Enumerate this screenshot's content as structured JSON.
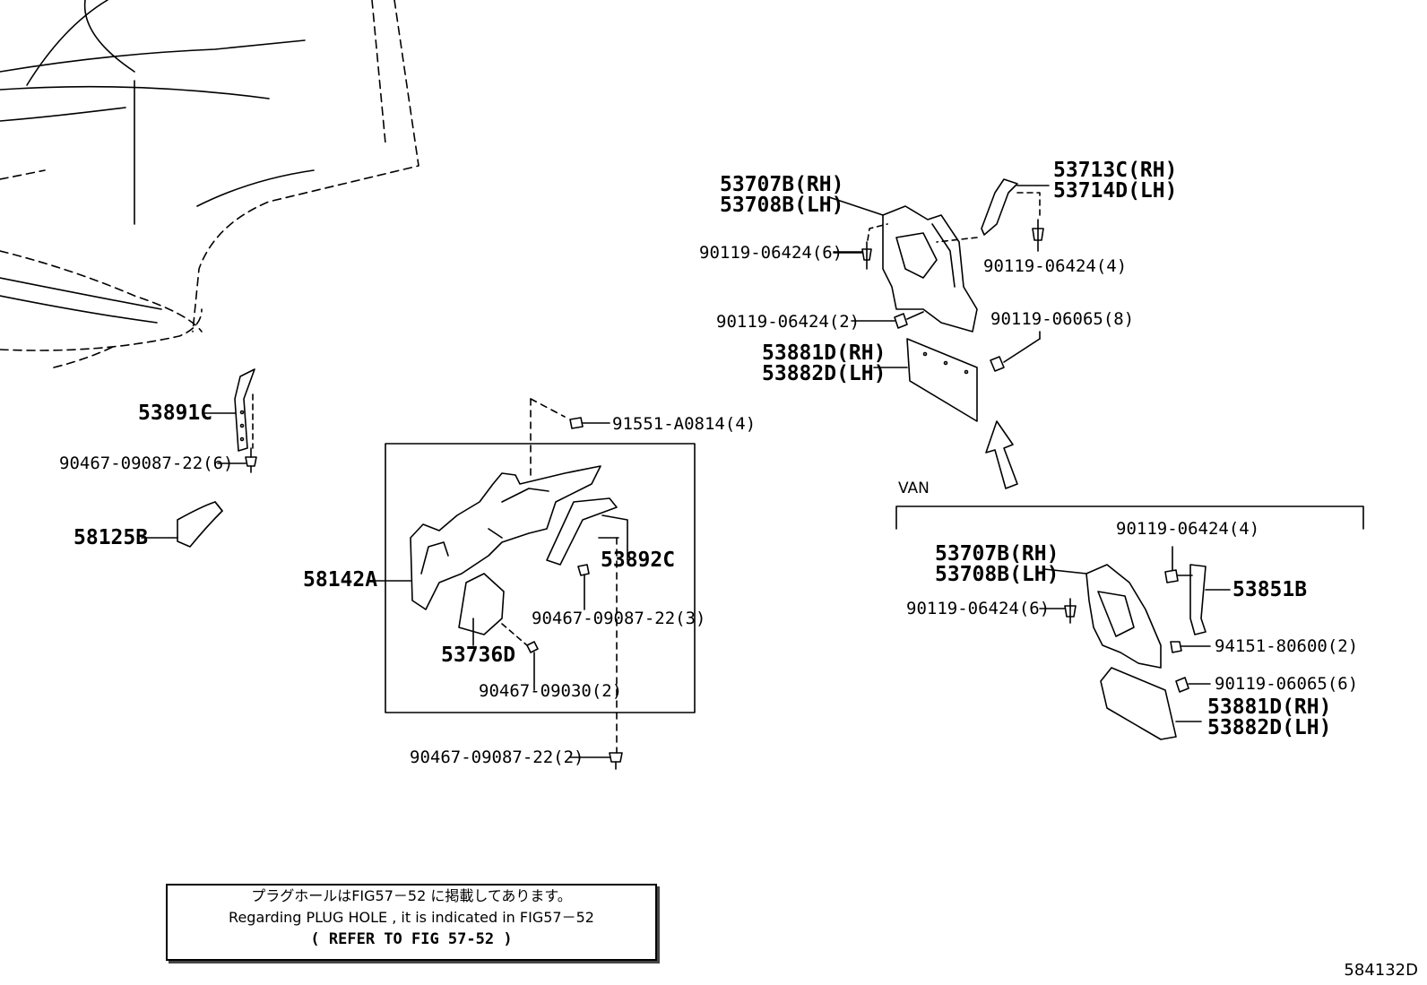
{
  "labels": {
    "p53891C": "53891C",
    "p90467_09087_22_6": "90467-09087-22(6)",
    "p58125B": "58125B",
    "p91551_A0814_4": "91551-A0814(4)",
    "p58142A": "58142A",
    "p53892C": "53892C",
    "p90467_09087_22_3": "90467-09087-22(3)",
    "p53736D": "53736D",
    "p90467_09030_2": "90467-09030(2)",
    "p90467_09087_22_2": "90467-09087-22(2)",
    "p53707B_RH_top": "53707B(RH)",
    "p53708B_LH_top": "53708B(LH)",
    "p53713C_RH": "53713C(RH)",
    "p53714D_LH": "53714D(LH)",
    "p90119_06424_6_top": "90119-06424(6)",
    "p90119_06424_4_top": "90119-06424(4)",
    "p90119_06424_2": "90119-06424(2)",
    "p90119_06065_8": "90119-06065(8)",
    "p53881D_RH_top": "53881D(RH)",
    "p53882D_LH_top": "53882D(LH)",
    "van": "VAN",
    "p90119_06424_4_van": "90119-06424(4)",
    "p53707B_RH_van": "53707B(RH)",
    "p53708B_LH_van": "53708B(LH)",
    "p53851B": "53851B",
    "p90119_06424_6_van": "90119-06424(6)",
    "p94151_80600_2": "94151-80600(2)",
    "p90119_06065_6": "90119-06065(6)",
    "p53881D_RH_van": "53881D(RH)",
    "p53882D_LH_van": "53882D(LH)"
  },
  "note": {
    "line1": "プラグホールはFIG57－52 に掲載してあります。",
    "line2": "Regarding PLUG HOLE , it is indicated in FIG57－52",
    "line3": "( REFER TO FIG 57-52   )"
  },
  "figure_number": "584132D"
}
